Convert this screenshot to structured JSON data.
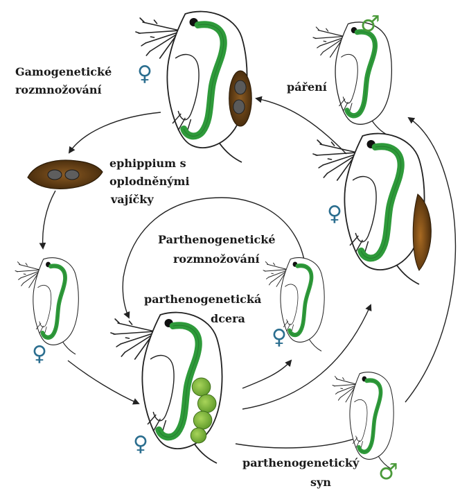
{
  "labels": {
    "gamogenetic": [
      "Gamogenetické",
      "rozmnožování"
    ],
    "ephippium": [
      "ephippium s",
      "oplodněnými",
      "vajíčky"
    ],
    "parthenogenetic_reproduction": [
      "Parthenogenetické",
      "rozmnožování"
    ],
    "parthenogenetic_daughter": [
      "parthenogenetická",
      "dcera"
    ],
    "mating": "páření",
    "parthenogenetic_son": [
      "parthenogenetický",
      "syn"
    ]
  },
  "symbols": {
    "female": "♀",
    "male": "♂"
  },
  "colors": {
    "gut_green": "#2e9a3a",
    "egg_brown": "#6b4416",
    "ephippium_dark": "#3a2a12",
    "embryo_green": "#7fb83a",
    "female_symbol": "#2b6e8f",
    "male_symbol": "#4a9a3a",
    "arrow": "#222222"
  }
}
